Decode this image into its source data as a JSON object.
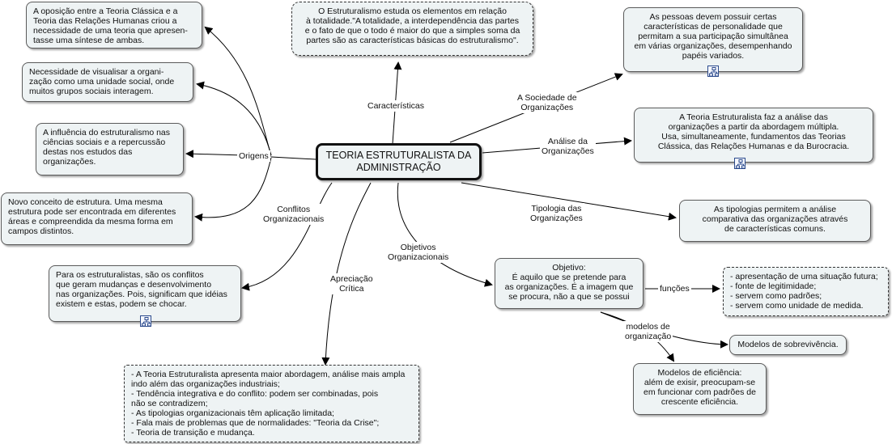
{
  "central": {
    "title": "TEORIA ESTRUTURALISTA DA\nADMINISTRAÇÃO"
  },
  "link_labels": {
    "caracteristicas": "Características",
    "origens": "Origens",
    "conflitos": "Conflitos\nOrganizacionais",
    "apreciacao": "Apreciação\nCrítica",
    "objetivos": "Objetivos\nOrganizacionais",
    "sociedade": "A Sociedade de\nOrganizações",
    "analise": "Análise da\nOrganizações",
    "tipologia": "Tipologia das\nOrganizações",
    "funcoes": "funções",
    "modelos": "modelos de\norganização"
  },
  "nodes": {
    "caracteristicas": "O Estruturalismo estuda os elementos em relação\nà totalidade.\"A totalidade, a interdependência das partes\ne o fato de que o todo é maior do que a simples soma da\npartes são as características básicas do estruturalismo\".",
    "origem1": "A oposição entre a Teoria Clássica e a\nTeoria das Relações Humanas criou a\nnecessidade de uma teoria que apresen-\ntasse uma síntese de ambas.",
    "origem2": "Necessidade de visualisar a organi-\nzação como uma unidade social, onde\nmuitos grupos sociais interagem.",
    "origem3": "A influência do estruturalismo nas\nciências sociais e a repercussão\ndestas nos estudos das\norganizações.",
    "origem4": "Novo conceito de estrutura. Uma mesma\nestrutura pode ser encontrada em diferentes\náreas e compreendida da mesma forma em\ncampos distintos.",
    "conflitos": "Para os estruturalistas, são os conflitos\nque geram mudanças e desenvolvimento\nnas organizações. Pois, significam que idéias\nexistem e estas, podem se chocar.",
    "apreciacao": "- A Teoria Estruturalista apresenta maior abordagem, análise mais ampla\nindo além das organizações industriais;\n- Tendência integrativa e do conflito: podem ser combinadas, pois\nnão se contradizem;\n- As tipologias organizacionais têm aplicação limitada;\n- Fala mais de problemas que de normalidades: \"Teoria da Crise\";\n- Teoria de transição e mudança.",
    "sociedade": "As pessoas devem possuir certas\ncaracterísticas de personalidade que\npermitam a sua participação simultânea\nem várias organizações, desempenhando\npapéis variados.",
    "analise": "A Teoria Estruturalista faz a análise das\norganizações a partir da abordagem múltipla.\nUsa, simultaneamente, fundamentos das Teorias\nClássica, das Relações Humanas e da Burocracia.",
    "tipologia": "As tipologias  permitem a análise\ncomparativa das organizações através\nde características comuns.",
    "objetivo": "Objetivo:\nÉ aquilo que se pretende para\nas organizações. É a imagem que\nse procura, não a que se possui",
    "funcoes": "- apresentação de uma situação futura;\n- fonte de legitimidade;\n- servem como padrões;\n- servem como unidade de medida.",
    "sobrevivencia": "Modelos de sobrevivência.",
    "eficiencia": "Modelos de eficiência:\nalém de exisir, preocupam-se\nem funcionar com padrões de\ncrescente eficiência."
  },
  "icons": [
    "hierarchy-icon",
    "hierarchy-icon",
    "hierarchy-icon",
    "hierarchy-icon"
  ]
}
